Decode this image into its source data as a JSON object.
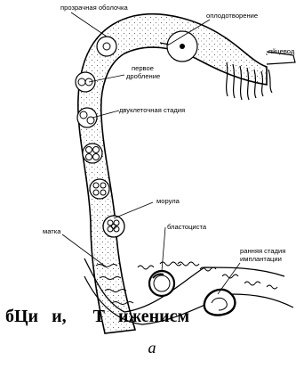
{
  "labels": {
    "zona": "прозрачная оболочка",
    "fertilization": "оплодотворение",
    "oviduct": "яйцевод",
    "first_cleavage_1": "первое",
    "first_cleavage_2": "дробление",
    "two_cell": "двуклеточная стадия",
    "morula": "морула",
    "blastocyst": "бластоциста",
    "uterus": "матка",
    "implant_1": "ранняя стадия",
    "implant_2": "имплантации"
  },
  "caption": "бЦи   и,      Т   иженисм",
  "subcaption": "а"
}
